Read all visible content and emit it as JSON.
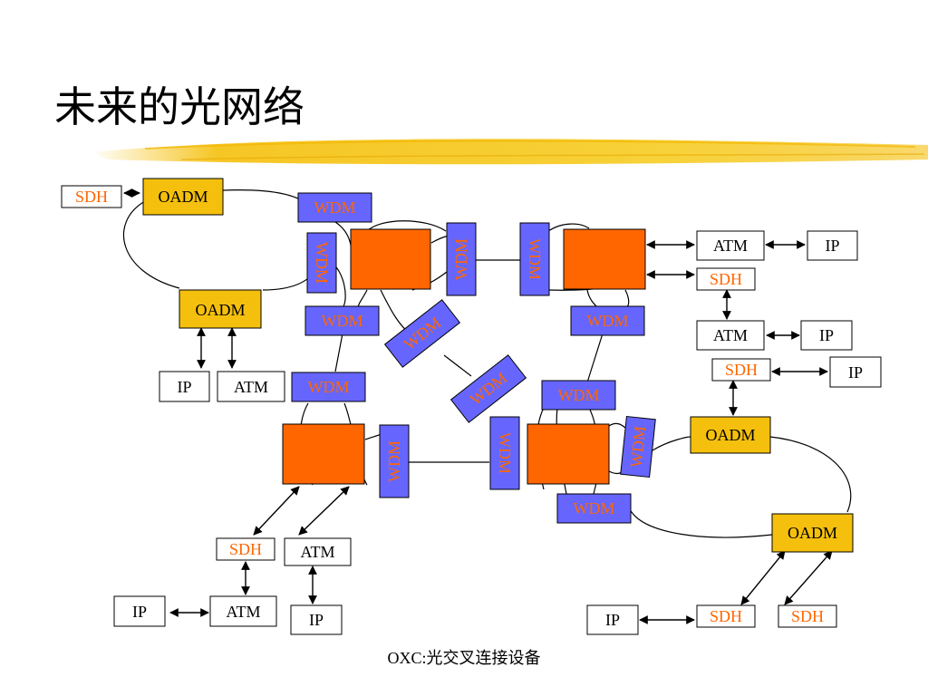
{
  "title": "未来的光网络",
  "caption": "OXC:光交叉连接设备",
  "colors": {
    "oadm_fill": "#f5c00d",
    "oxc_fill": "#ff6600",
    "wdm_fill": "#6666ff",
    "sdh_text": "#ff6600",
    "wdm_text": "#ff6600"
  },
  "labels": {
    "oadm": "OADM",
    "oxc": "OXC",
    "wdm": "WDM",
    "sdh": "SDH",
    "atm": "ATM",
    "ip": "IP"
  }
}
